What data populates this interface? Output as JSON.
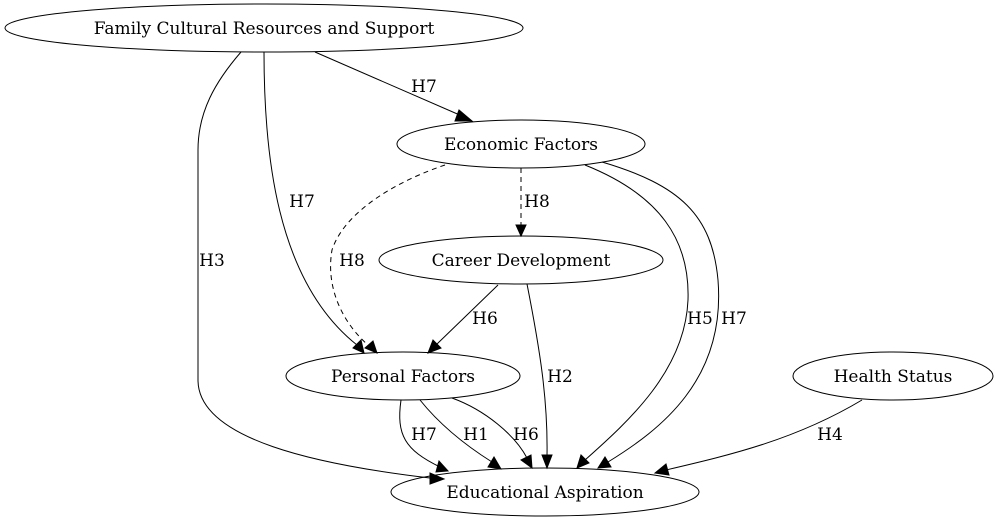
{
  "nodes": {
    "family": "Family Cultural Resources and Support",
    "economic": "Economic Factors",
    "career": "Career Development",
    "personal": "Personal Factors",
    "health": "Health Status",
    "aspiration": "Educational Aspiration"
  },
  "edges": [
    {
      "from": "family",
      "to": "economic",
      "label": "H7",
      "style": "solid"
    },
    {
      "from": "family",
      "to": "personal",
      "label": "H7",
      "style": "solid"
    },
    {
      "from": "family",
      "to": "aspiration",
      "label": "H3",
      "style": "solid"
    },
    {
      "from": "economic",
      "to": "career",
      "label": "H8",
      "style": "dashed"
    },
    {
      "from": "economic",
      "to": "personal",
      "label": "H8",
      "style": "dashed"
    },
    {
      "from": "economic",
      "to": "aspiration",
      "label": "H5",
      "style": "solid"
    },
    {
      "from": "economic",
      "to": "aspiration",
      "label": "H7",
      "style": "solid"
    },
    {
      "from": "career",
      "to": "personal",
      "label": "H6",
      "style": "solid"
    },
    {
      "from": "career",
      "to": "aspiration",
      "label": "H2",
      "style": "solid"
    },
    {
      "from": "personal",
      "to": "aspiration",
      "label": "H7",
      "style": "solid"
    },
    {
      "from": "personal",
      "to": "aspiration",
      "label": "H1",
      "style": "solid"
    },
    {
      "from": "personal",
      "to": "aspiration",
      "label": "H6",
      "style": "solid"
    },
    {
      "from": "health",
      "to": "aspiration",
      "label": "H4",
      "style": "solid"
    }
  ]
}
